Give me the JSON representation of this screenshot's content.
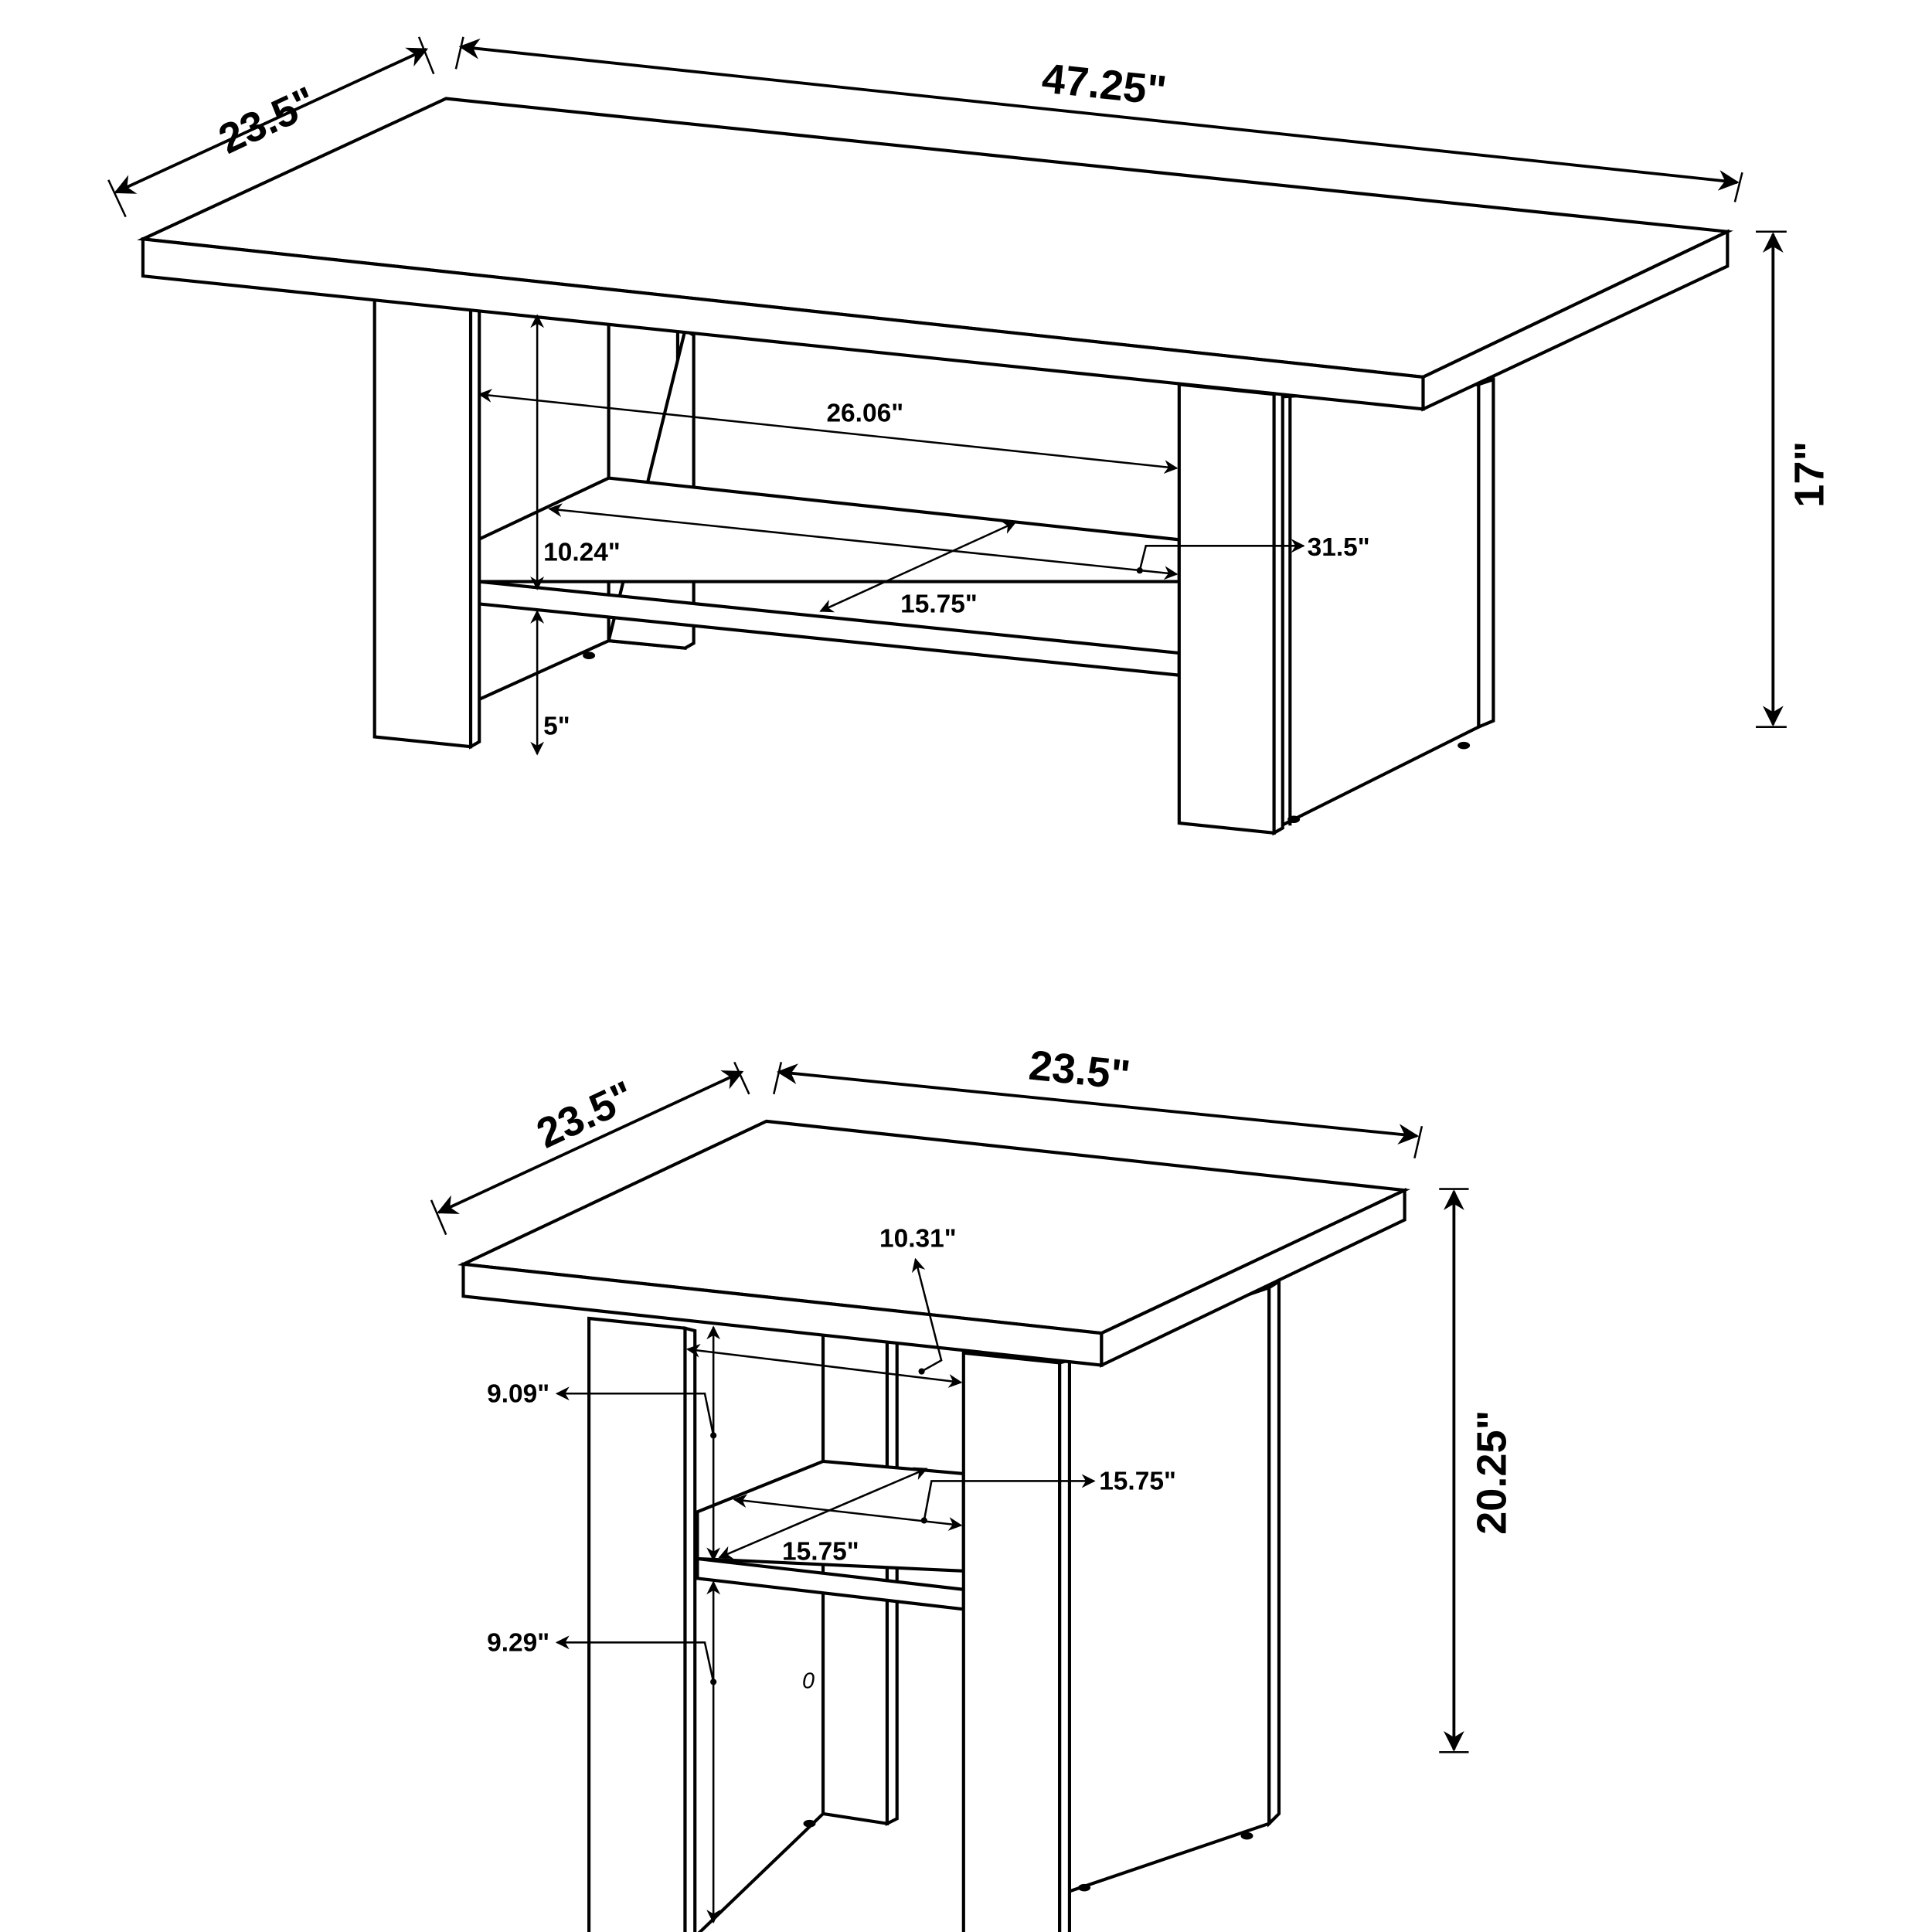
{
  "figure": {
    "description": "Dimension drawings for a coffee table and end table set",
    "colors": {
      "line": "#000000",
      "background": "#ffffff"
    }
  },
  "coffee_table": {
    "depth_label": "23.5\"",
    "width_label": "47.25\"",
    "height_label": "17\"",
    "inner_width_label": "26.06\"",
    "shelf_clearance_label": "10.24\"",
    "shelf_depth_label": "15.75\"",
    "shelf_width_label": "31.5\"",
    "floor_clearance_label": "5\""
  },
  "end_table": {
    "depth_label": "23.5\"",
    "width_label": "23.5\"",
    "height_label": "20.25\"",
    "inner_width_label": "10.31\"",
    "upper_clearance_label": "9.09\"",
    "lower_clearance_label": "9.29\"",
    "shelf_width_label": "15.75\"",
    "shelf_depth_label": "15.75\""
  }
}
